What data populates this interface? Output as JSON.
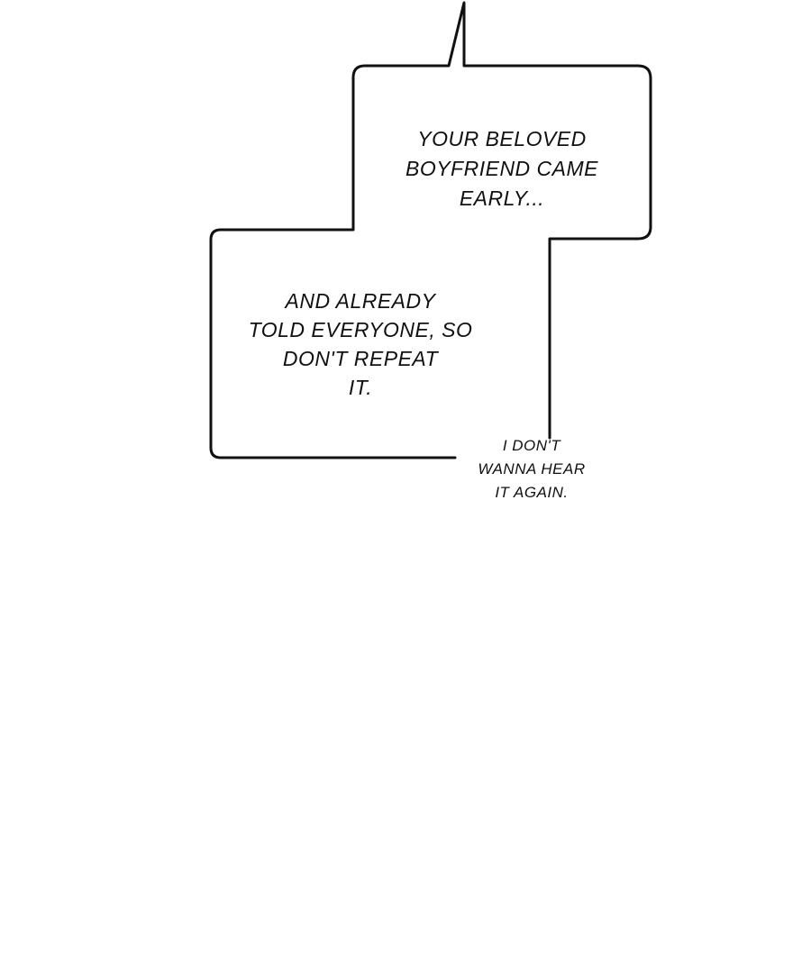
{
  "panel": {
    "bubble_main": {
      "lines": [
        "Your beloved",
        "boyfriend came",
        "early..."
      ]
    },
    "bubble_lower": {
      "lines": [
        "And already",
        "told everyone, so",
        "don't repeat",
        "it."
      ]
    },
    "caption": {
      "lines": [
        "I don't",
        "wanna hear",
        "it again."
      ]
    },
    "colors": {
      "ink": "#111111",
      "background": "#ffffff"
    }
  }
}
